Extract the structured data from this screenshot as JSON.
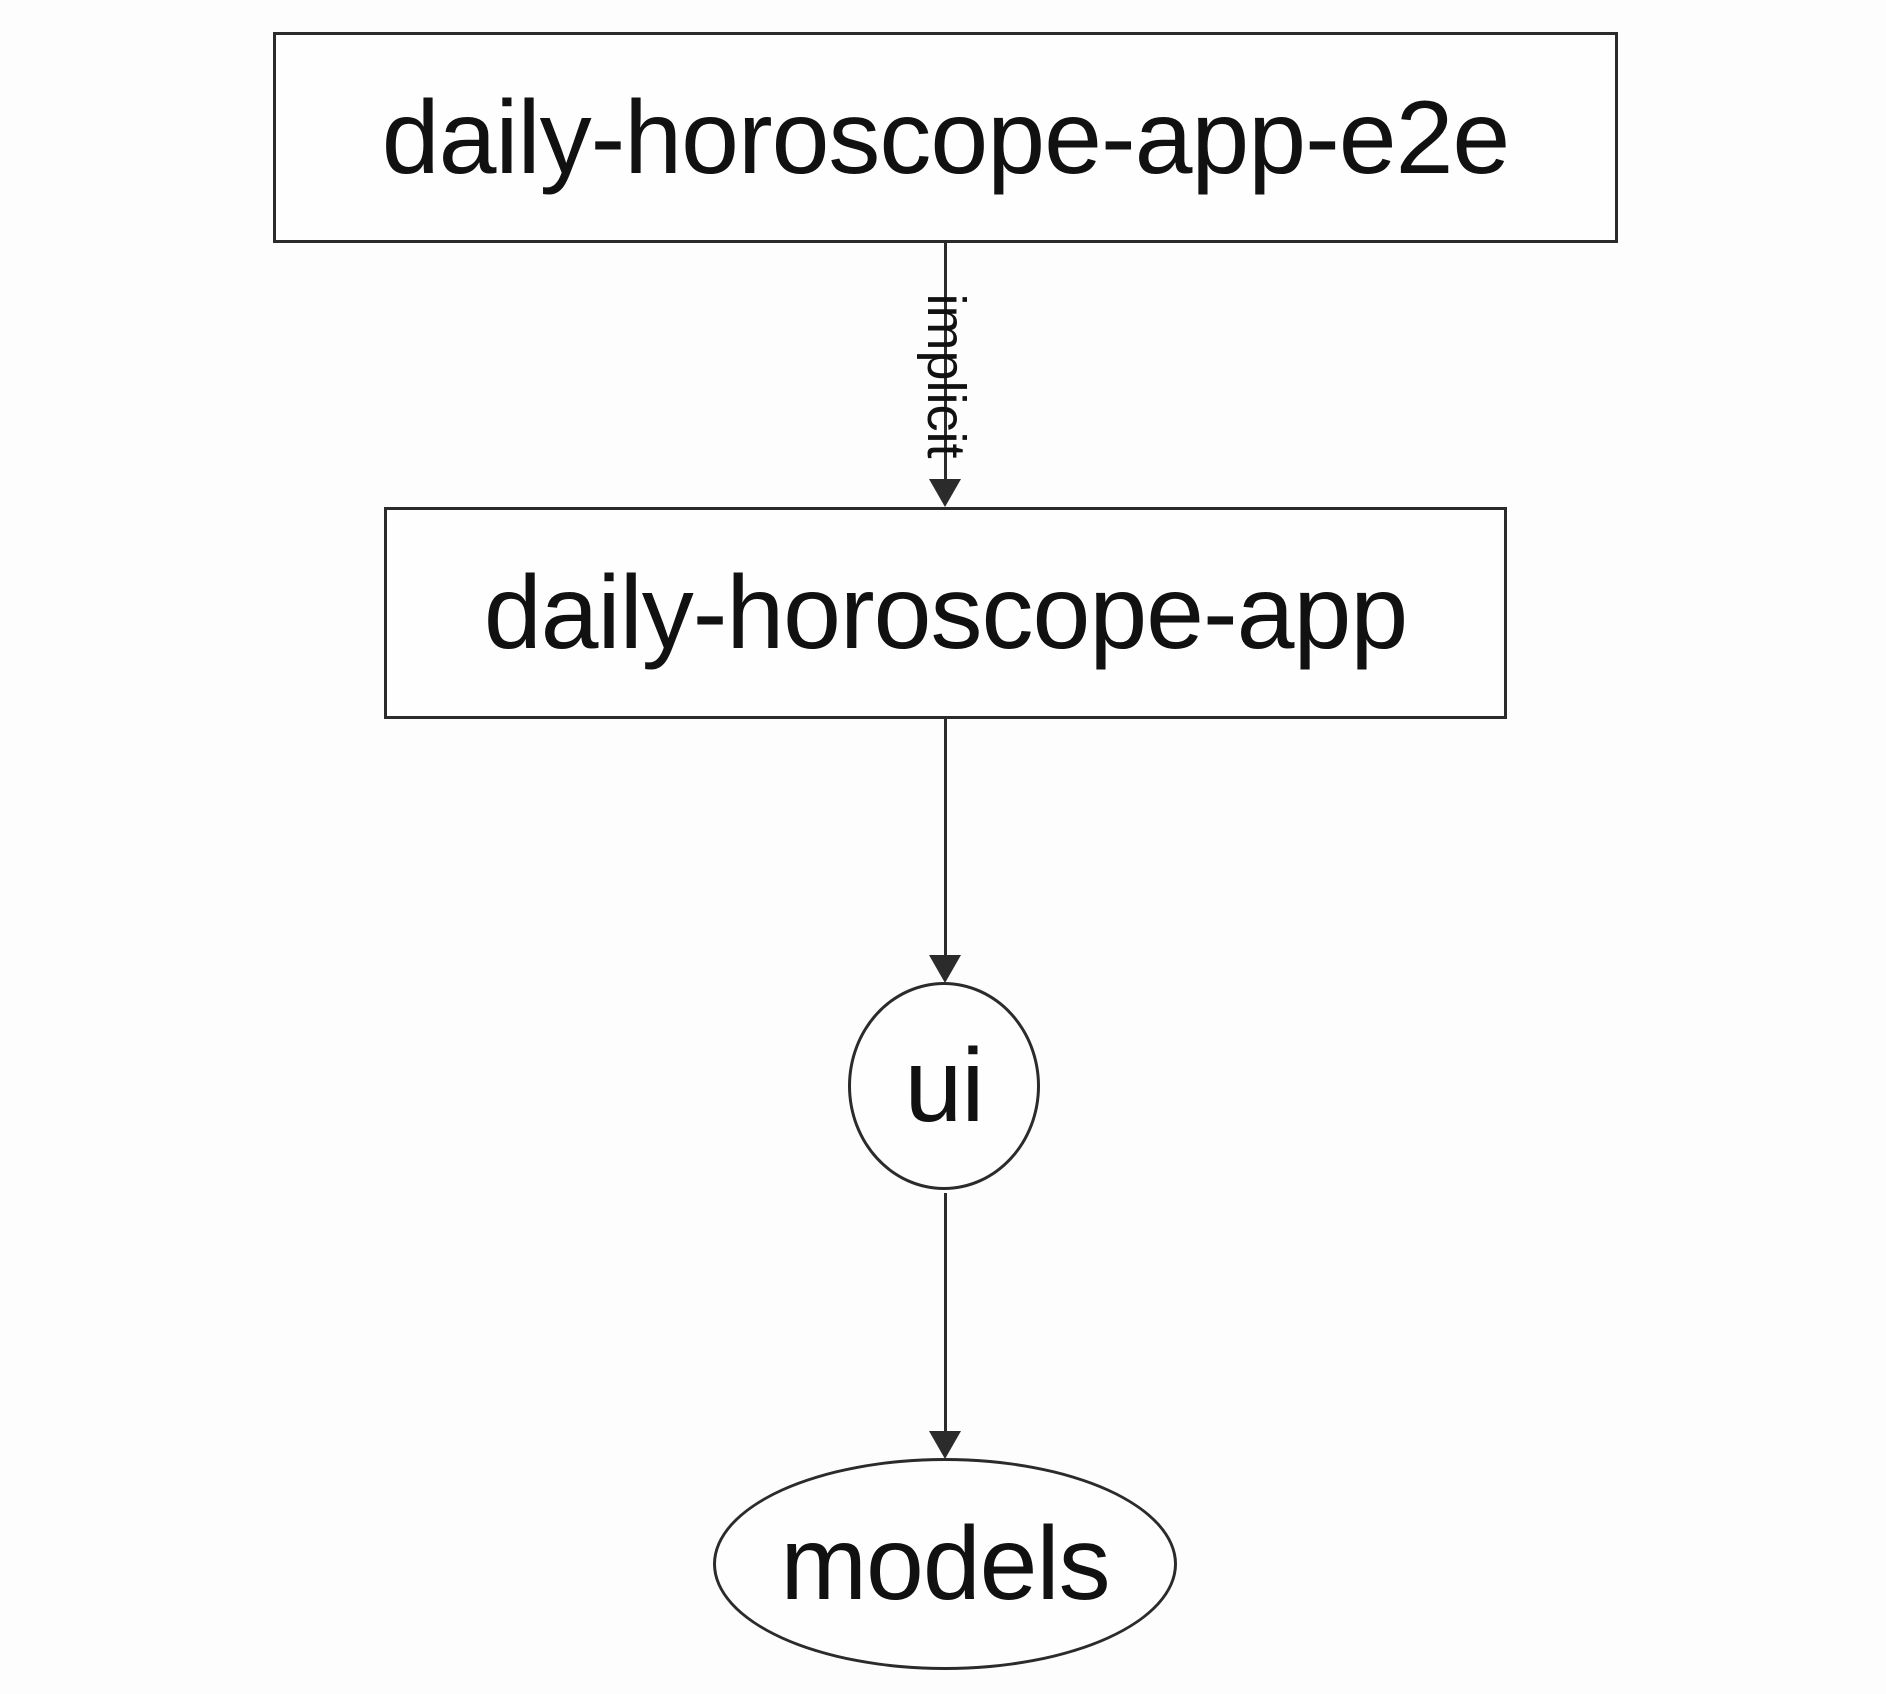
{
  "diagram": {
    "type": "dependency-graph",
    "colors": {
      "background": "#fdfdfd",
      "node_fill": "#fefefe",
      "stroke": "#2b2b2b",
      "text": "#111111"
    },
    "nodes": [
      {
        "id": "daily-horoscope-app-e2e",
        "label": "daily-horoscope-app-e2e",
        "shape": "rectangle"
      },
      {
        "id": "daily-horoscope-app",
        "label": "daily-horoscope-app",
        "shape": "rectangle"
      },
      {
        "id": "ui",
        "label": "ui",
        "shape": "circle"
      },
      {
        "id": "models",
        "label": "models",
        "shape": "ellipse"
      }
    ],
    "edges": [
      {
        "from": "daily-horoscope-app-e2e",
        "to": "daily-horoscope-app",
        "label": "implicit",
        "style": "solid",
        "direction": "down"
      },
      {
        "from": "daily-horoscope-app",
        "to": "ui",
        "label": "",
        "style": "solid",
        "direction": "down"
      },
      {
        "from": "ui",
        "to": "models",
        "label": "",
        "style": "solid",
        "direction": "down"
      }
    ]
  }
}
